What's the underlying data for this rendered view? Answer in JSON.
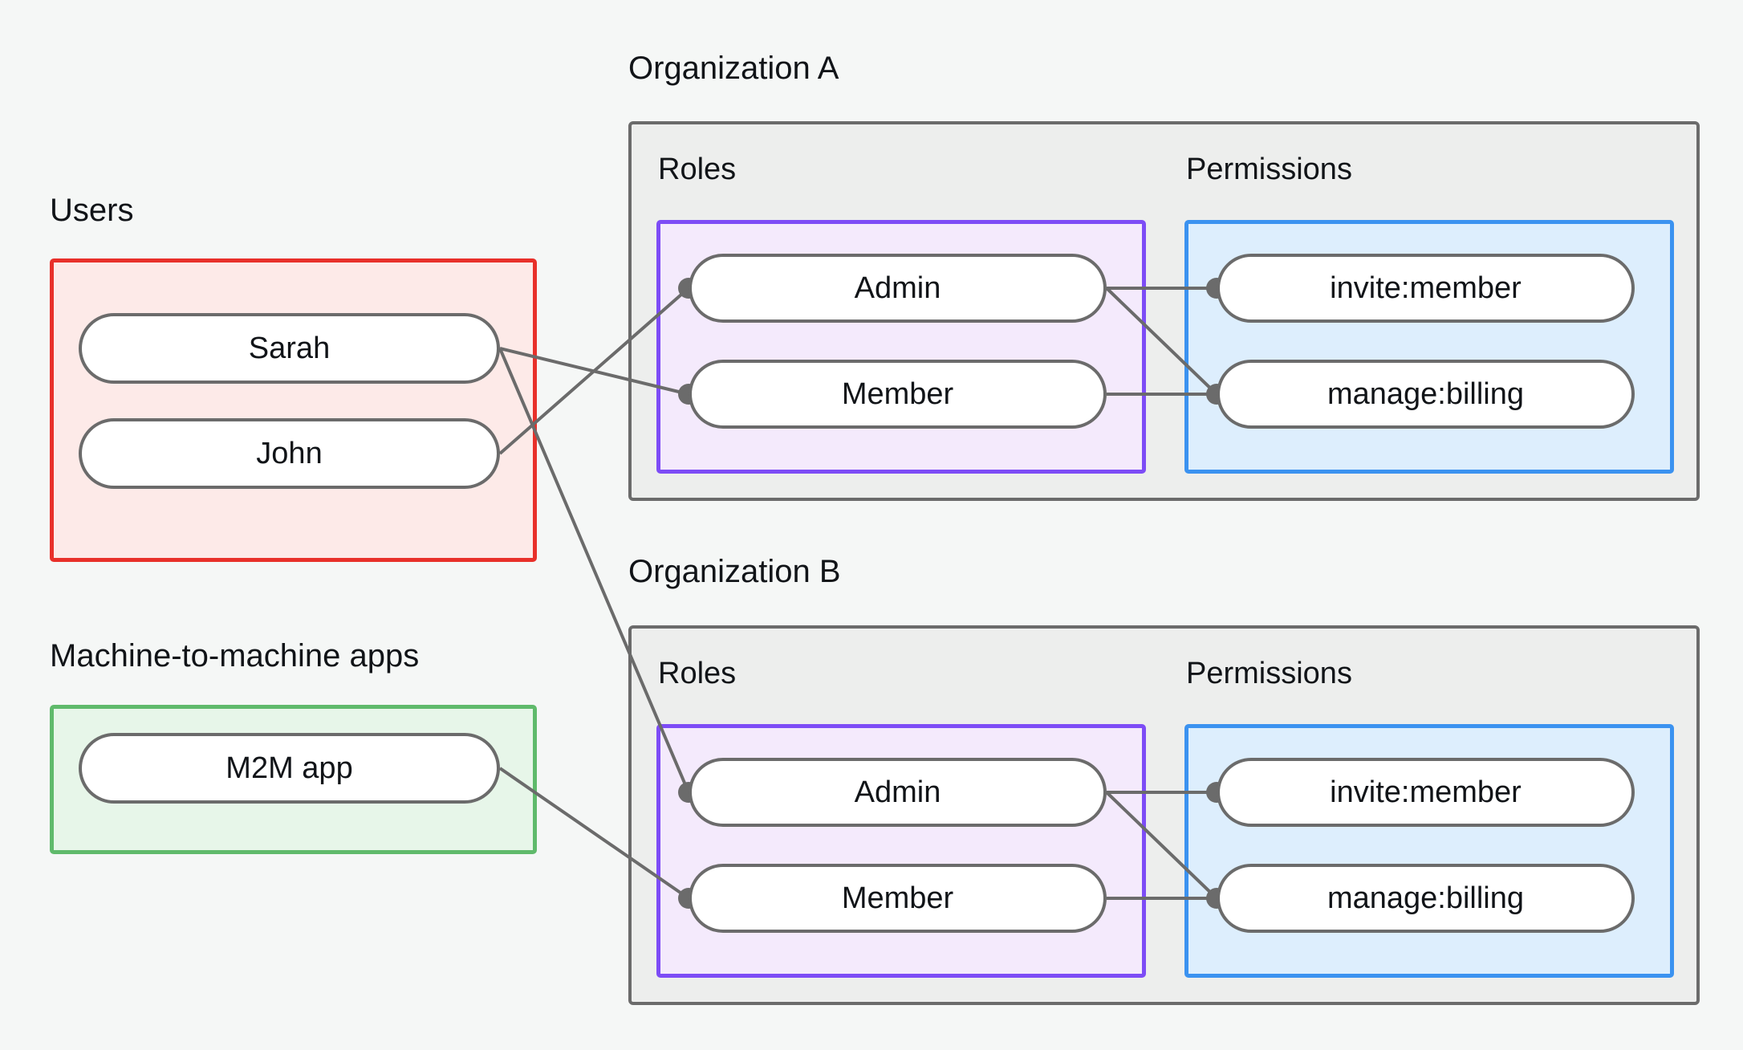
{
  "diagram": {
    "title_users": "Users",
    "title_m2m": "Machine-to-machine apps",
    "title_org_a": "Organization A",
    "title_org_b": "Organization B",
    "label_roles_a": "Roles",
    "label_permissions_a": "Permissions",
    "label_roles_b": "Roles",
    "label_permissions_b": "Permissions"
  },
  "users": {
    "label": "Users",
    "items": [
      {
        "id": "sarah",
        "label": "Sarah"
      },
      {
        "id": "john",
        "label": "John"
      }
    ]
  },
  "m2m": {
    "label": "Machine-to-machine apps",
    "items": [
      {
        "id": "m2m-app",
        "label": "M2M app"
      }
    ]
  },
  "organizations": [
    {
      "id": "org-a",
      "name": "Organization A",
      "roles_label": "Roles",
      "permissions_label": "Permissions",
      "roles": [
        {
          "id": "a-admin",
          "label": "Admin"
        },
        {
          "id": "a-member",
          "label": "Member"
        }
      ],
      "permissions": [
        {
          "id": "a-invite",
          "label": "invite:member"
        },
        {
          "id": "a-billing",
          "label": "manage:billing"
        }
      ]
    },
    {
      "id": "org-b",
      "name": "Organization B",
      "roles_label": "Roles",
      "permissions_label": "Permissions",
      "roles": [
        {
          "id": "b-admin",
          "label": "Admin"
        },
        {
          "id": "b-member",
          "label": "Member"
        }
      ],
      "permissions": [
        {
          "id": "b-invite",
          "label": "invite:member"
        },
        {
          "id": "b-billing",
          "label": "manage:billing"
        }
      ]
    }
  ],
  "edges": [
    {
      "from": "john",
      "to": "a-admin"
    },
    {
      "from": "sarah",
      "to": "a-member"
    },
    {
      "from": "sarah",
      "to": "b-admin"
    },
    {
      "from": "m2m-app",
      "to": "b-member"
    },
    {
      "from": "a-admin",
      "to": "a-invite"
    },
    {
      "from": "a-admin",
      "to": "a-billing"
    },
    {
      "from": "a-member",
      "to": "a-billing"
    },
    {
      "from": "b-admin",
      "to": "b-invite"
    },
    {
      "from": "b-admin",
      "to": "b-billing"
    },
    {
      "from": "b-member",
      "to": "b-billing"
    }
  ],
  "colors": {
    "background": "#f5f7f6",
    "users_border": "#e8302a",
    "users_fill": "#fdeae8",
    "m2m_border": "#5fba6b",
    "m2m_fill": "#e7f6e9",
    "roles_border": "#7d4cf6",
    "roles_fill": "#f4eafc",
    "permissions_border": "#3b92f0",
    "permissions_fill": "#ddeefd",
    "container_border": "#6b6b6b",
    "container_fill": "#edeeed",
    "node_border": "#6b6b6b",
    "node_fill": "#ffffff",
    "edge": "#6b6b6b",
    "text": "#111418"
  }
}
